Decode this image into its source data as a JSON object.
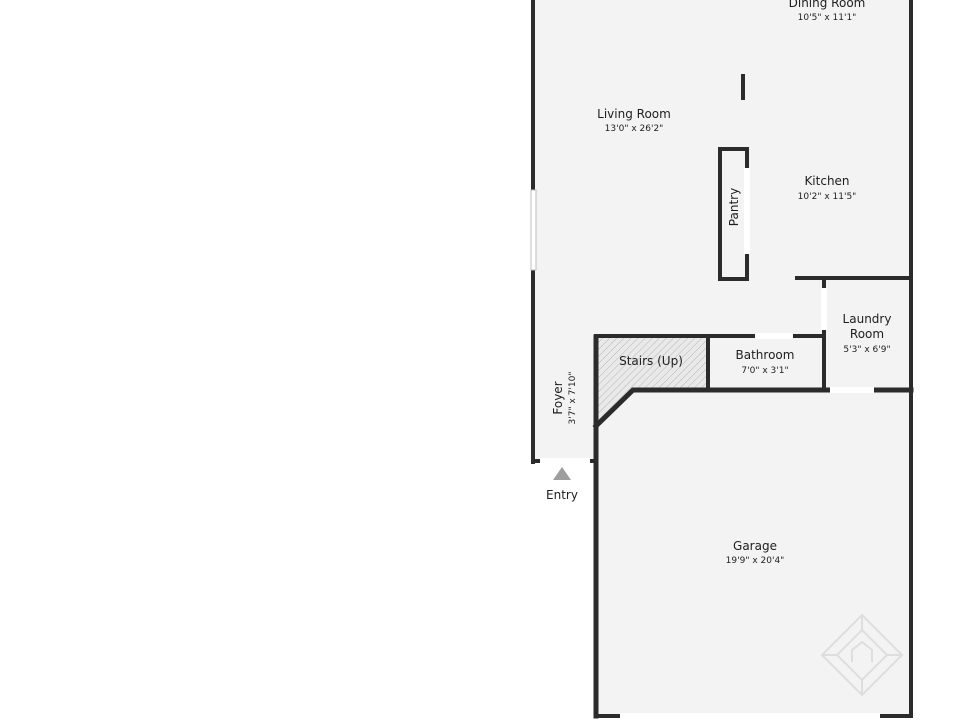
{
  "colors": {
    "background": "#ffffff",
    "floor": "#f3f3f3",
    "wall": "#2b2b2b",
    "opening": "#ffffff",
    "door_arrow": "#9e9e9e",
    "text": "#1e1e1e"
  },
  "rooms": {
    "dining": {
      "name": "Dining Room",
      "dims": "10'5\" x 11'1\""
    },
    "living": {
      "name": "Living Room",
      "dims": "13'0\" x 26'2\""
    },
    "pantry": {
      "name": "Pantry"
    },
    "kitchen": {
      "name": "Kitchen",
      "dims": "10'2\" x 11'5\""
    },
    "laundry": {
      "name_line1": "Laundry",
      "name_line2": "Room",
      "dims": "5'3\" x 6'9\""
    },
    "stairs": {
      "name": "Stairs (Up)"
    },
    "bathroom": {
      "name": "Bathroom",
      "dims": "7'0\" x 3'1\""
    },
    "foyer": {
      "name": "Foyer",
      "dims": "3'7\" x 7'10\""
    },
    "garage": {
      "name": "Garage",
      "dims": "19'9\" x 20'4\""
    }
  },
  "entry": {
    "label": "Entry"
  },
  "watermark": {
    "icon": "house-logo-icon"
  }
}
